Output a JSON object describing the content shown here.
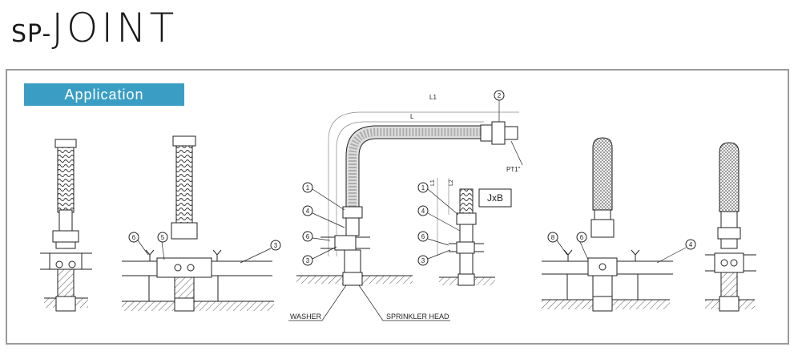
{
  "header": {
    "title_prefix": "SP-",
    "title_main": "JOINT"
  },
  "section": {
    "badge_label": "Application"
  },
  "diagram": {
    "labels": {
      "dim_l1": "L1",
      "dim_l": "L",
      "dim_l1_small": "L1",
      "dim_l2_small": "L2",
      "thread_pt": "PT1\"",
      "jxb": "JxB",
      "washer": "WASHER",
      "sprinkler_head": "SPRINKLER HEAD"
    },
    "callouts": {
      "c_main_2": "2",
      "c_main_1": "1",
      "c_main_4": "4",
      "c_main_6": "6",
      "c_main_3": "3",
      "c_small_1": "1",
      "c_small_4": "4",
      "c_small_6": "6",
      "c_small_3": "3",
      "c_left_6": "6",
      "c_left_5": "5",
      "c_left_3": "3",
      "c_right_8": "8",
      "c_right_6": "6",
      "c_right_4": "4"
    }
  }
}
